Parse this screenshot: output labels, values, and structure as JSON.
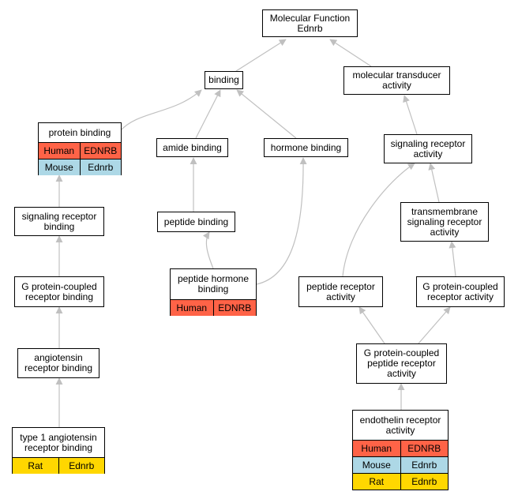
{
  "nodes": {
    "mf_root": {
      "title": "Molecular Function Ednrb"
    },
    "binding": {
      "title": "binding"
    },
    "molecular_transducer": {
      "title": "molecular transducer activity"
    },
    "protein_binding": {
      "title": "protein binding",
      "rows": [
        {
          "species": "Human",
          "gene": "EDNRB"
        },
        {
          "species": "Mouse",
          "gene": "Ednrb"
        }
      ]
    },
    "amide_binding": {
      "title": "amide binding"
    },
    "hormone_binding": {
      "title": "hormone binding"
    },
    "signaling_receptor_activity": {
      "title": "signaling receptor activity"
    },
    "signaling_receptor_binding": {
      "title": "signaling receptor binding"
    },
    "peptide_binding": {
      "title": "peptide binding"
    },
    "transmembrane_signaling": {
      "title": "transmembrane signaling receptor activity"
    },
    "gpcr_binding": {
      "title": "G protein-coupled receptor binding"
    },
    "peptide_hormone_binding": {
      "title": "peptide hormone binding",
      "rows": [
        {
          "species": "Human",
          "gene": "EDNRB"
        }
      ]
    },
    "peptide_receptor_activity": {
      "title": "peptide receptor activity"
    },
    "gpcr_activity": {
      "title": "G protein-coupled receptor activity"
    },
    "angiotensin_binding": {
      "title": "angiotensin receptor binding"
    },
    "gpcr_peptide_activity": {
      "title": "G protein-coupled peptide receptor activity"
    },
    "type1_angiotensin": {
      "title": "type 1 angiotensin receptor binding",
      "rows": [
        {
          "species": "Rat",
          "gene": "Ednrb"
        }
      ]
    },
    "endothelin_activity": {
      "title": "endothelin receptor activity",
      "rows": [
        {
          "species": "Human",
          "gene": "EDNRB"
        },
        {
          "species": "Mouse",
          "gene": "Ednrb"
        },
        {
          "species": "Rat",
          "gene": "Ednrb"
        }
      ]
    }
  },
  "colors": {
    "human": "#ff6347",
    "mouse": "#add8e6",
    "rat": "#ffd700",
    "edge": "#c0c0c0"
  }
}
